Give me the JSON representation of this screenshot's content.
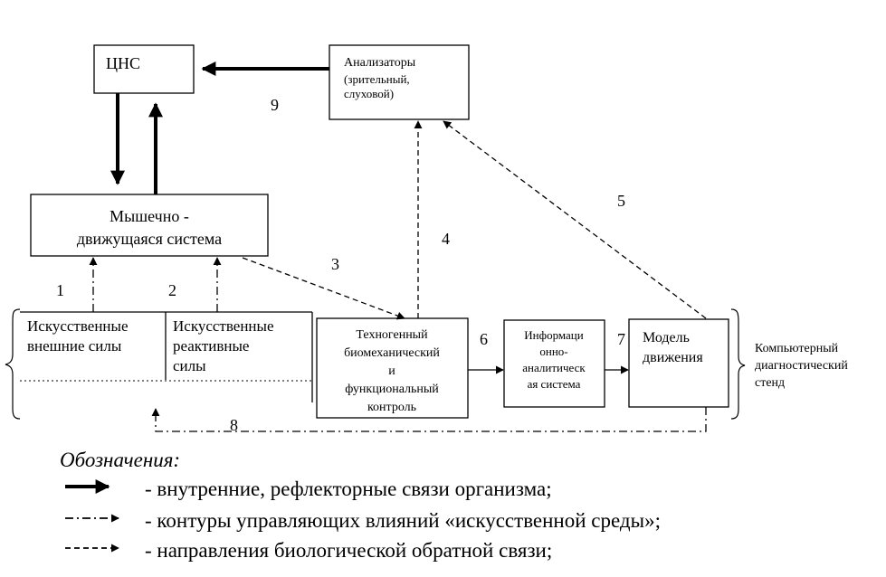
{
  "nodes": {
    "cns": "ЦНС",
    "analyzers": [
      "Анализаторы",
      "(зрительный,",
      "слуховой)"
    ],
    "muscle": [
      "Мышечно -",
      "движущаяся система"
    ],
    "external_forces": [
      "Искусственные",
      "внешние силы"
    ],
    "reactive_forces": [
      "Искусственные",
      "реактивные",
      "силы"
    ],
    "technogenic": [
      "Техногенный",
      "биомеханический",
      "и",
      "функциональный",
      "контроль"
    ],
    "info_system": [
      "Информаци",
      "онно-",
      "аналитическ",
      "ая система"
    ],
    "motion_model": [
      "Модель",
      "движения"
    ],
    "stand": [
      "Компьютерный",
      "диагностический",
      "стенд"
    ]
  },
  "link_numbers": [
    "1",
    "2",
    "3",
    "4",
    "5",
    "6",
    "7",
    "8",
    "9"
  ],
  "legend": {
    "title": "Обозначения:",
    "items": [
      "- внутренние, рефлекторные связи организма;",
      "- контуры управляющих влияний «искусственной среды»;",
      "- направления биологической обратной связи;"
    ]
  }
}
